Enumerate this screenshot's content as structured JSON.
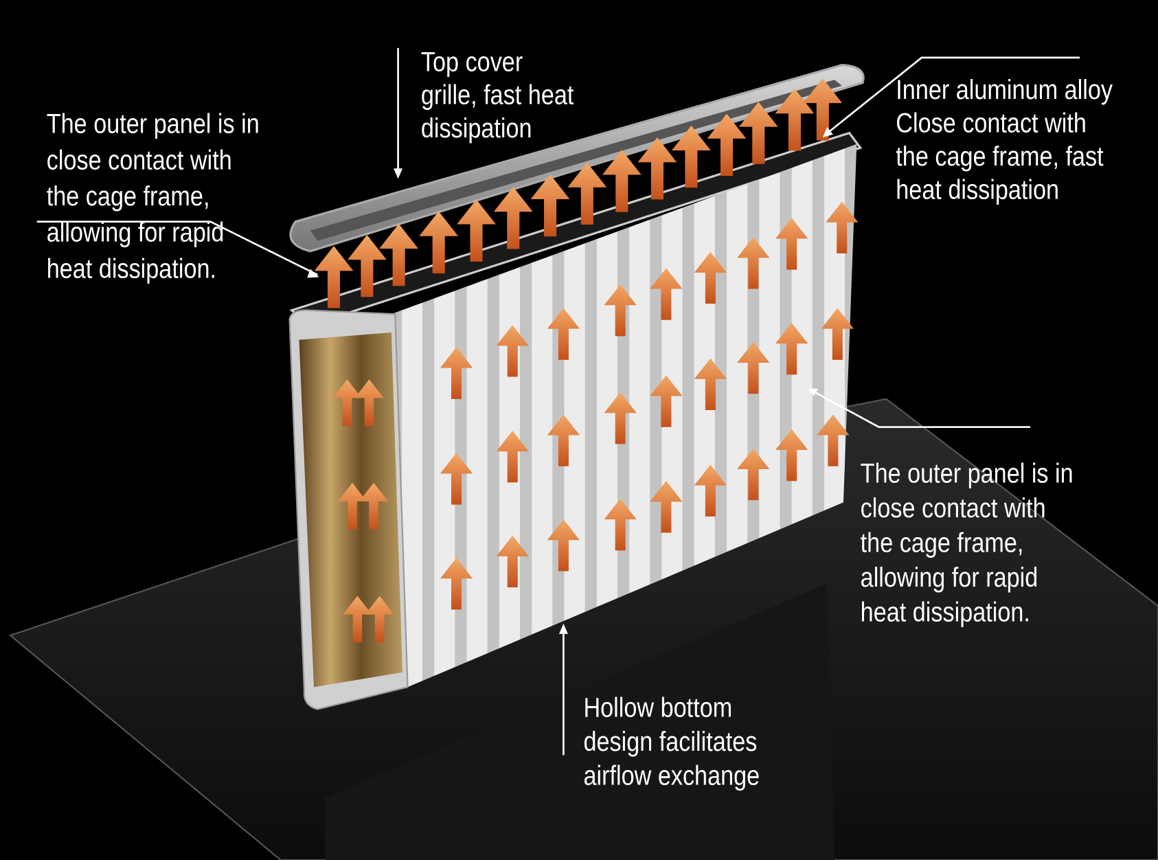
{
  "colors": {
    "background": "#000000",
    "arrow_light": "#f0a060",
    "arrow_dark": "#c4501a",
    "panel": "#e6e6e6",
    "panel_stripe": "#bdbdbd",
    "text": "#ffffff"
  },
  "labels": {
    "top_cover": [
      "Top cover",
      "grille, fast heat",
      " dissipation"
    ],
    "outer_panel_left": [
      "The outer panel is in",
      " close contact with",
      "the cage frame,",
      "allowing for rapid",
      "heat dissipation."
    ],
    "inner_alloy": [
      "Inner aluminum alloy",
      " Close contact with",
      " the cage frame, fast",
      " heat dissipation"
    ],
    "outer_panel_right": [
      "The outer panel is in",
      " close contact with",
      "the cage frame,",
      "allowing for rapid",
      "heat dissipation."
    ],
    "hollow_bottom": [
      "Hollow bottom",
      "design facilitates",
      "airflow exchange"
    ]
  },
  "icons": [
    "heat-flow-arrow-icon"
  ]
}
